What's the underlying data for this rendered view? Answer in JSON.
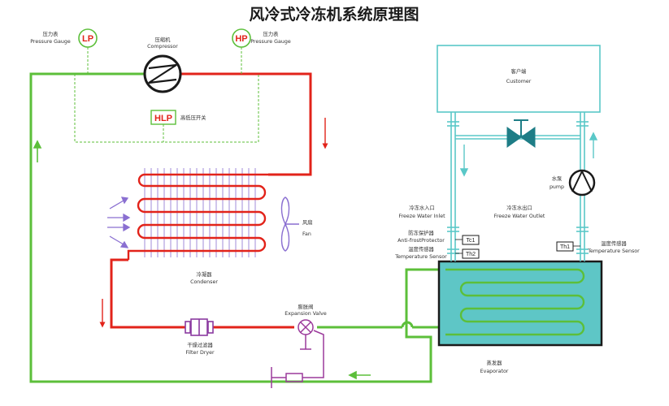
{
  "title": "风冷式冷冻机系统原理图",
  "colors": {
    "refrigerant_hot": "#e2231a",
    "refrigerant_cold": "#5cbf3a",
    "coil_fin": "#8a6fd1",
    "water_loop": "#5ac8c8",
    "expansion_valve": "#9b3a9b",
    "evaporator_fill": "#5ec6c6"
  },
  "components": {
    "lp": {
      "badge": "LP",
      "label_cn": "压力表",
      "label_en": "Pressure Gauge"
    },
    "hp": {
      "badge": "HP",
      "label_cn": "压力表",
      "label_en": "Pressure Gauge"
    },
    "compressor": {
      "label_cn": "压缩机",
      "label_en": "Compressor"
    },
    "hlp": {
      "badge": "HLP",
      "label_cn": "高低压开关"
    },
    "condenser": {
      "label_cn": "冷凝器",
      "label_en": "Condenser"
    },
    "fan": {
      "label_cn": "风扇",
      "label_en": "Fan"
    },
    "filter_dryer": {
      "label_cn": "干燥过滤器",
      "label_en": "Filter Dryer"
    },
    "expansion_valve": {
      "label_cn": "膨胀阀",
      "label_en": "Expansion Valve"
    },
    "evaporator": {
      "label_cn": "蒸发器",
      "label_en": "Evaporator"
    },
    "customer": {
      "label_cn": "客户端",
      "label_en": "Customer"
    },
    "pump": {
      "label_cn": "水泵",
      "label_en": "pump"
    },
    "freeze_water_inlet": {
      "label_cn": "冷冻水入口",
      "label_en": "Freeze Water Inlet"
    },
    "freeze_water_outlet": {
      "label_cn": "冷冻水出口",
      "label_en": "Freeze Water Outlet"
    },
    "anti_frost": {
      "label_cn": "防冻保护器",
      "label_en": "Anti-frostProtector",
      "tag": "Tc1"
    },
    "temp_sensor_in": {
      "label_cn": "温度传感器",
      "label_en": "Temperature Sensor",
      "tag": "Th2"
    },
    "temp_sensor_out": {
      "label_cn": "温度传感器",
      "label_en": "Temperature Sensor",
      "tag": "Th1"
    }
  }
}
